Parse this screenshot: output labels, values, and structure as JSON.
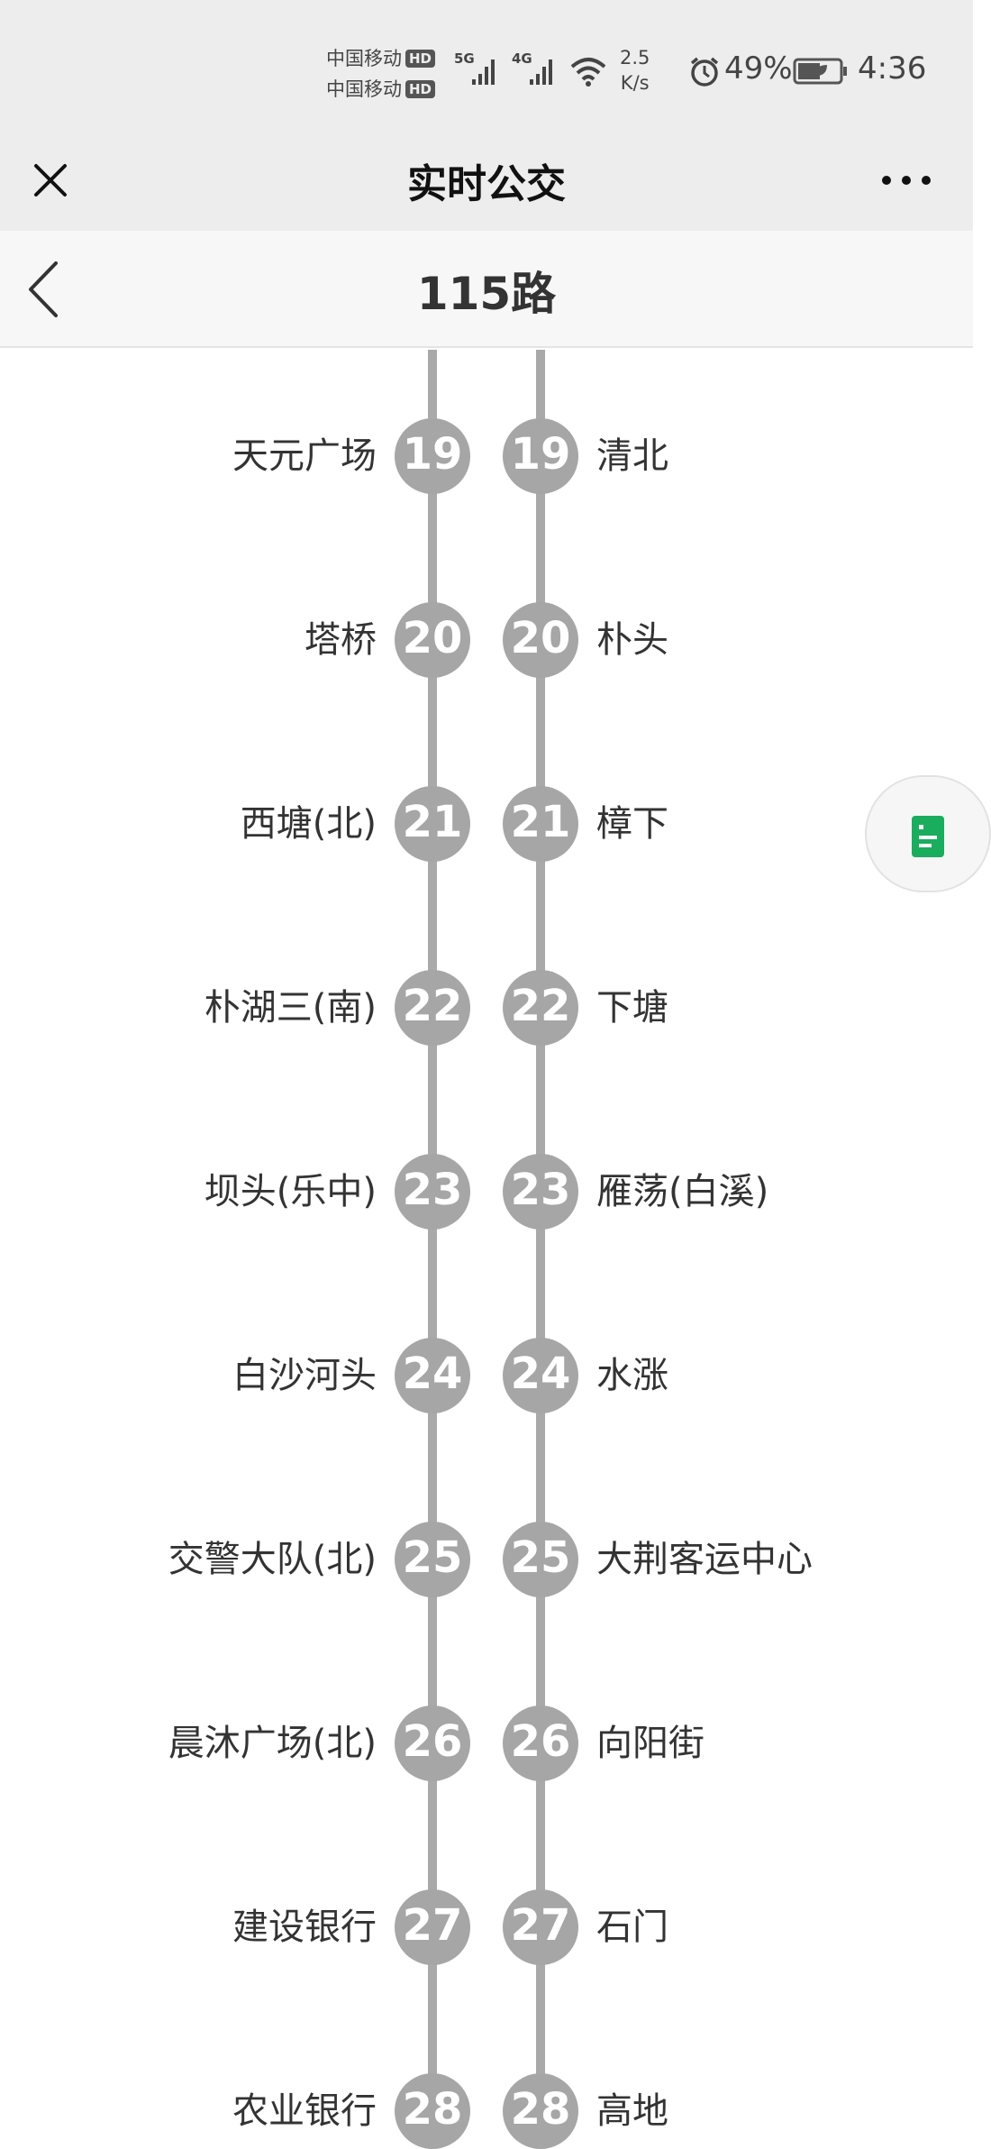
{
  "status_bar": {
    "carrier1": "中国移动",
    "carrier2": "中国移动",
    "hd": "HD",
    "net1": "5G",
    "net2": "4G",
    "speed_value": "2.5",
    "speed_unit": "K/s",
    "battery": "49%",
    "time": "4:36"
  },
  "header": {
    "title": "实时公交"
  },
  "route": {
    "name": "115路"
  },
  "stops_left": [
    {
      "num": "19",
      "name": "天元广场"
    },
    {
      "num": "20",
      "name": "塔桥"
    },
    {
      "num": "21",
      "name": "西塘(北)"
    },
    {
      "num": "22",
      "name": "朴湖三(南)"
    },
    {
      "num": "23",
      "name": "坝头(乐中)"
    },
    {
      "num": "24",
      "name": "白沙河头"
    },
    {
      "num": "25",
      "name": "交警大队(北)"
    },
    {
      "num": "26",
      "name": "晨沐广场(北)"
    },
    {
      "num": "27",
      "name": "建设银行"
    },
    {
      "num": "28",
      "name": "农业银行"
    }
  ],
  "stops_right": [
    {
      "num": "19",
      "name": "清北"
    },
    {
      "num": "20",
      "name": "朴头"
    },
    {
      "num": "21",
      "name": "樟下"
    },
    {
      "num": "22",
      "name": "下塘"
    },
    {
      "num": "23",
      "name": "雁荡(白溪)"
    },
    {
      "num": "24",
      "name": "水涨"
    },
    {
      "num": "25",
      "name": "大荆客运中心"
    },
    {
      "num": "26",
      "name": "向阳街"
    },
    {
      "num": "27",
      "name": "石门"
    },
    {
      "num": "28",
      "name": "高地"
    }
  ],
  "colors": {
    "stop_circle": "#a6a6a6",
    "track": "#a9a9a9",
    "float_icon": "#1aad5e"
  }
}
